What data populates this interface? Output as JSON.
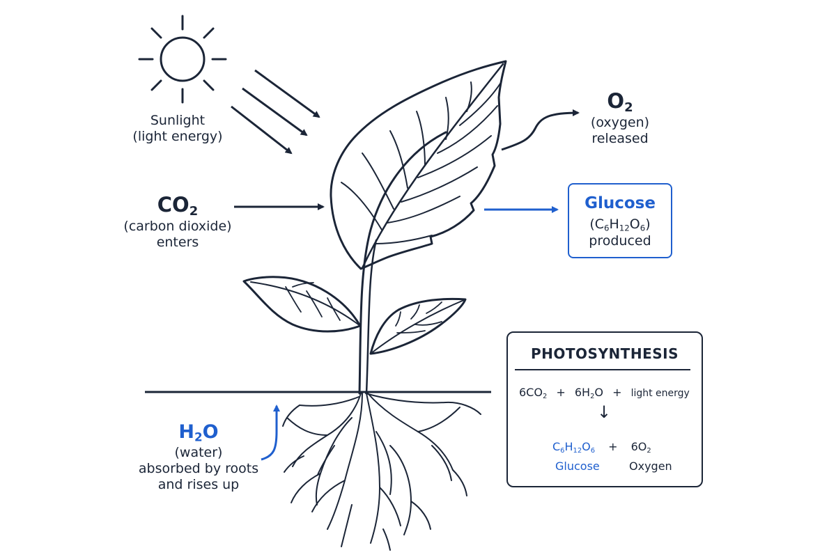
{
  "sunlight": {
    "name": "Sunlight",
    "desc": "(light energy)"
  },
  "oxygen_out": {
    "formula": "O",
    "sub": "2",
    "name": "(oxygen)",
    "desc": "released"
  },
  "co2_in": {
    "formula": "CO",
    "sub": "2",
    "name": "(carbon dioxide)",
    "desc": "enters"
  },
  "glucose_out": {
    "name": "Glucose",
    "formula_open": "(C",
    "sub6": "6",
    "h": "H",
    "sub12": "12",
    "o": "O",
    "sub6b": "6",
    "formula_close": ")",
    "desc": "produced"
  },
  "water_in": {
    "formula_h": "H",
    "sub": "2",
    "formula_o": "O",
    "name": "(water)",
    "desc1": "absorbed by roots",
    "desc2": "and rises up"
  },
  "equation": {
    "title": "PHOTOSYNTHESIS",
    "reactant1": "6CO",
    "reactant1_sub": "2",
    "plus1": "+",
    "reactant2": "6H",
    "reactant2_sub": "2",
    "reactant2_tail": "O",
    "plus2": "+",
    "energy": "light energy",
    "arrow": "↓",
    "product1_c": "C",
    "product1_c_sub": "6",
    "product1_h": "H",
    "product1_h_sub": "12",
    "product1_o": "O",
    "product1_o_sub": "6",
    "plus3": "+",
    "product2": "6O",
    "product2_sub": "2",
    "product1_label": "Glucose",
    "product2_label": "Oxygen"
  },
  "colors": {
    "ink": "#1b2537",
    "accent": "#1f5fce",
    "background": "#ffffff"
  },
  "icons": [
    "sun-icon",
    "plant-illustration"
  ]
}
